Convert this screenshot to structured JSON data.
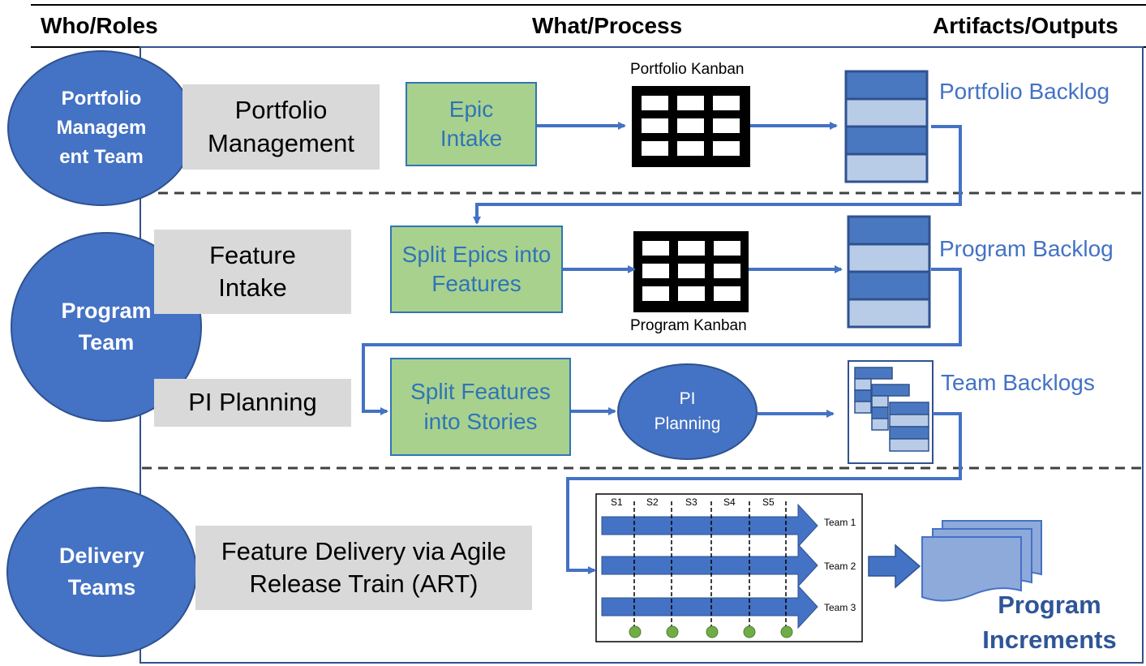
{
  "headers": {
    "who": "Who/Roles",
    "what": "What/Process",
    "artifacts": "Artifacts/Outputs"
  },
  "roles": {
    "portfolio": "Portfolio Managem ent Team",
    "program": "Program Team",
    "delivery": "Delivery Teams"
  },
  "activities": {
    "portfolio_management": "Portfolio Management",
    "feature_intake": "Feature Intake",
    "pi_planning": "PI Planning",
    "feature_delivery": "Feature Delivery via Agile Release Train (ART)"
  },
  "process": {
    "epic_intake": "Epic Intake",
    "split_epics": "Split Epics into Features",
    "split_features": "Split Features into Stories",
    "pi_planning_node": "PI Planning",
    "portfolio_kanban": "Portfolio Kanban",
    "program_kanban": "Program Kanban"
  },
  "outputs": {
    "portfolio_backlog": "Portfolio Backlog",
    "program_backlog": "Program Backlog",
    "team_backlogs": "Team Backlogs",
    "program_increments": "Program Increments"
  },
  "art": {
    "sprints": [
      "S1",
      "S2",
      "S3",
      "S4",
      "S5"
    ],
    "teams": [
      "Team 1",
      "Team 2",
      "Team 3"
    ]
  },
  "colors": {
    "role_fill": "#4472c4",
    "process_fill": "#a9d18e",
    "process_text": "#2e75b6",
    "activity_fill": "#d9d9d9",
    "output_text": "#4472c4",
    "arrow": "#4472c4",
    "milestone": "#70ad47"
  }
}
